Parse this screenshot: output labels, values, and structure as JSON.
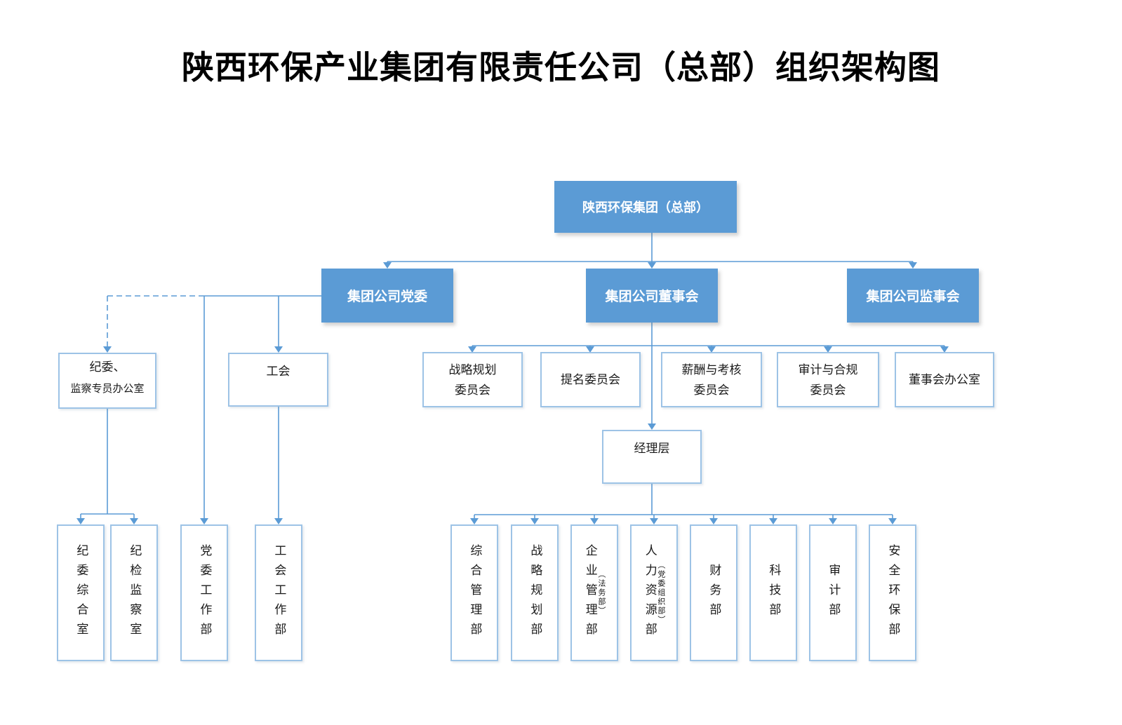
{
  "title": "陕西环保产业集团有限责任公司（总部）组织架构图",
  "colors": {
    "node_fill": "#5B9BD5",
    "node_border": "#9DC3E6",
    "connector": "#5B9BD5",
    "node_text_light": "#FFFFFF",
    "node_text_dark": "#1A1A1A"
  },
  "nodes": {
    "root": {
      "label": "陕西环保集团（总部）"
    },
    "party_committee": {
      "label": "集团公司党委"
    },
    "board": {
      "label": "集团公司董事会"
    },
    "supervisory_board": {
      "label": "集团公司监事会"
    },
    "discipline_office": {
      "line1": "纪委、",
      "line2": "监察专员办公室"
    },
    "union": {
      "label": "工会"
    },
    "management": {
      "label": "经理层"
    },
    "committees": [
      {
        "lines": [
          "战略规划",
          "委员会"
        ]
      },
      {
        "lines": [
          "提名委员会"
        ]
      },
      {
        "lines": [
          "薪酬与考核",
          "委员会"
        ]
      },
      {
        "lines": [
          "审计与合规",
          "委员会"
        ]
      },
      {
        "lines": [
          "董事会办公室"
        ]
      }
    ],
    "left_departments": [
      {
        "label": "纪委综合室"
      },
      {
        "label": "纪检监察室"
      },
      {
        "label": "党委工作部"
      },
      {
        "label": "工会工作部"
      }
    ],
    "departments": [
      {
        "label": "综合管理部",
        "note": ""
      },
      {
        "label": "战略规划部",
        "note": ""
      },
      {
        "label": "企业管理部",
        "note": "（法务部）"
      },
      {
        "label": "人力资源部",
        "note": "（党委组织部）"
      },
      {
        "label": "财务部",
        "note": ""
      },
      {
        "label": "科技部",
        "note": ""
      },
      {
        "label": "审计部",
        "note": ""
      },
      {
        "label": "安全环保部",
        "note": ""
      }
    ]
  }
}
